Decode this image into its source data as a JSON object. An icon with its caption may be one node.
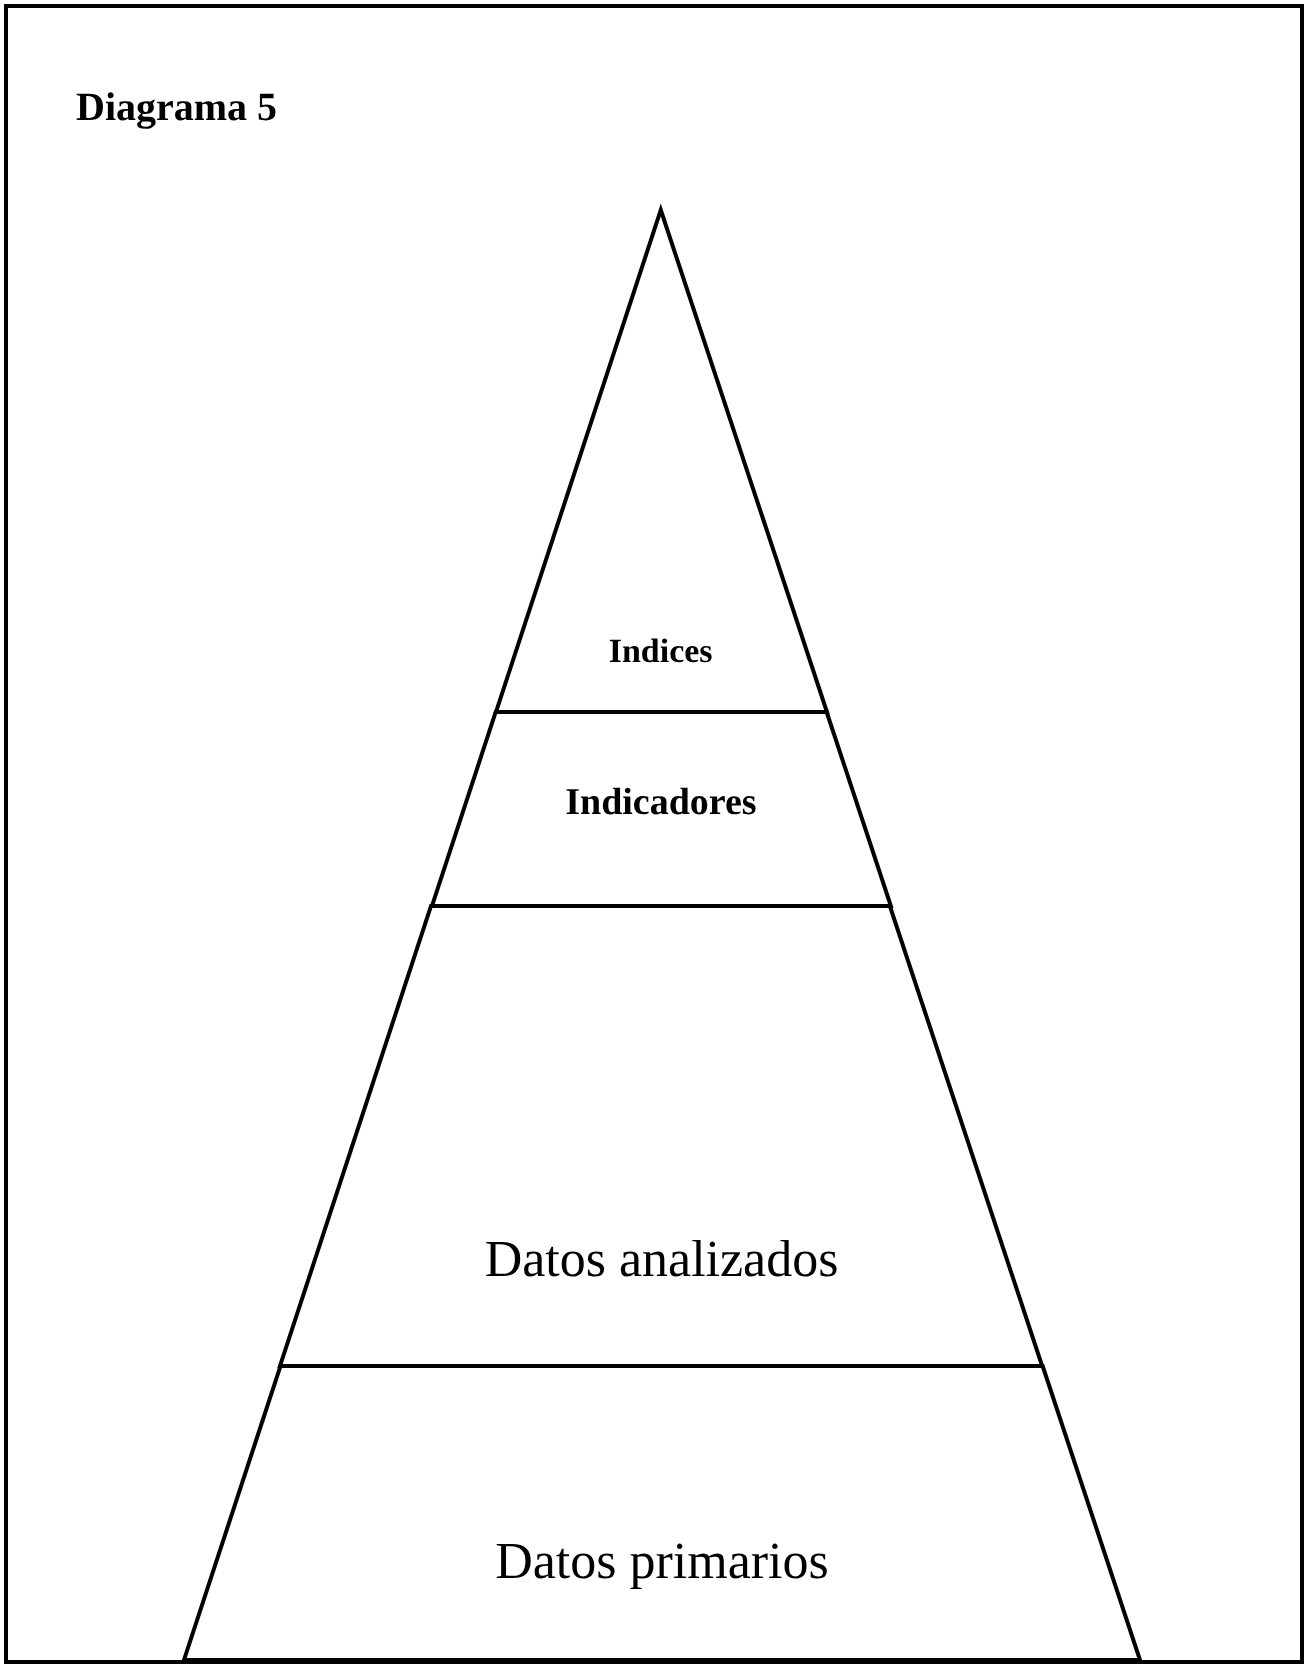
{
  "diagram": {
    "title": "Diagrama 5",
    "nodes": [
      {
        "text": [
          "Indices"
        ]
      },
      {
        "text": [
          "Indicadores"
        ]
      },
      {
        "text": [
          "Datos analizados"
        ]
      },
      {
        "text": [
          "Datos primarios"
        ]
      }
    ]
  }
}
